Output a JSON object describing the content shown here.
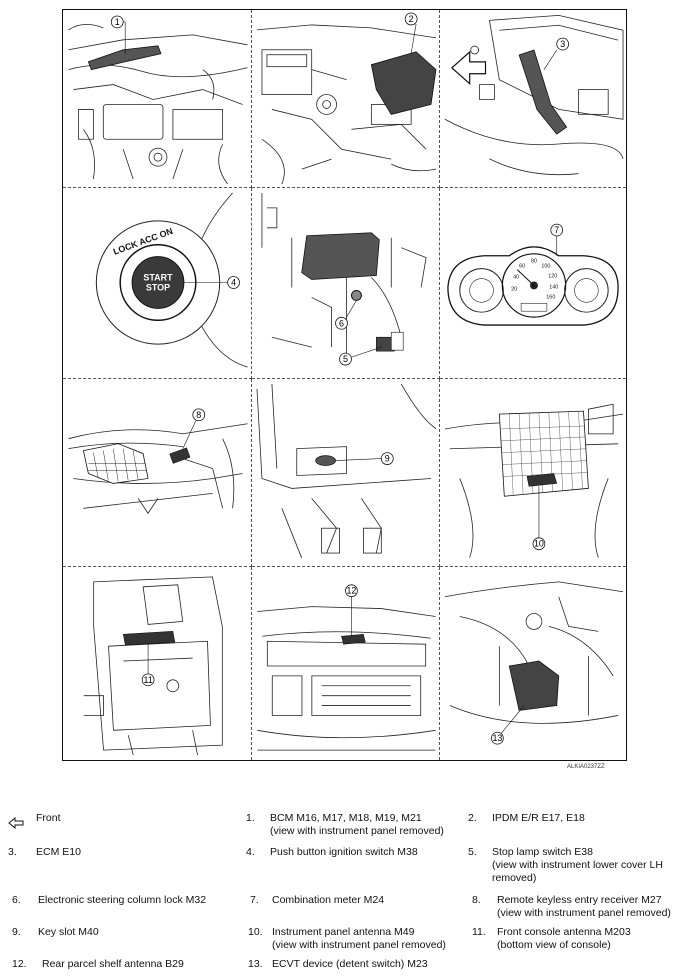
{
  "figure_code": "ALKIA0237ZZ",
  "callouts": [
    "1",
    "2",
    "3",
    "4",
    "5",
    "6",
    "7",
    "8",
    "9",
    "10",
    "11",
    "12",
    "13"
  ],
  "button": {
    "line1": "START",
    "line2": "STOP",
    "ring_text": "LOCK ACC ON"
  },
  "gauge": {
    "speed_ticks": [
      "40",
      "60",
      "80",
      "100",
      "120",
      "140",
      "160",
      "20"
    ]
  },
  "legend": {
    "front": "Front",
    "items": [
      {
        "num": "1.",
        "line1": "BCM M16, M17, M18, M19, M21",
        "line2": "(view with instrument panel removed)"
      },
      {
        "num": "2.",
        "line1": "IPDM E/R E17, E18",
        "line2": ""
      },
      {
        "num": "3.",
        "line1": "ECM E10",
        "line2": ""
      },
      {
        "num": "4.",
        "line1": "Push button ignition switch M38",
        "line2": ""
      },
      {
        "num": "5.",
        "line1": "Stop lamp switch E38",
        "line2": "(view with instrument lower cover LH",
        "line3": "removed)"
      },
      {
        "num": "6.",
        "line1": "Electronic steering column lock M32",
        "line2": ""
      },
      {
        "num": "7.",
        "line1": "Combination meter M24",
        "line2": ""
      },
      {
        "num": "8.",
        "line1": "Remote keyless entry receiver M27",
        "line2": "(view with instrument panel removed)"
      },
      {
        "num": "9.",
        "line1": "Key slot M40",
        "line2": ""
      },
      {
        "num": "10.",
        "line1": "Instrument panel antenna M49",
        "line2": "(view with instrument panel removed)"
      },
      {
        "num": "11.",
        "line1": "Front console antenna M203",
        "line2": "(bottom view of console)"
      },
      {
        "num": "12.",
        "line1": "Rear parcel shelf antenna B29",
        "line2": ""
      },
      {
        "num": "13.",
        "line1": "ECVT device (detent switch) M23",
        "line2": ""
      }
    ]
  }
}
